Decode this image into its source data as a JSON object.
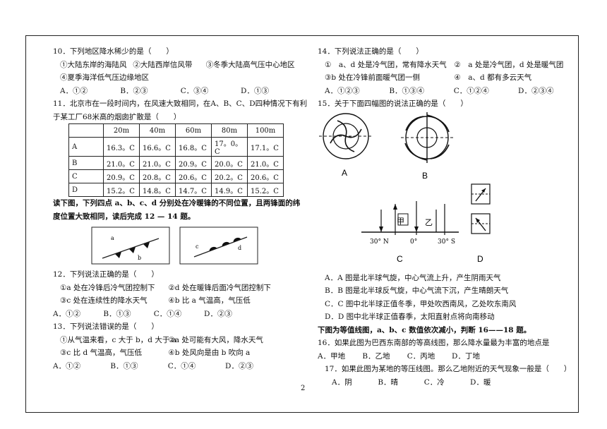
{
  "page_number": "2",
  "q10": {
    "stem": "10．下列地区降水稀少的是（　　）",
    "items": [
      "①大陆东岸的海陆风",
      "②大陆西岸信风带",
      "③冬季大陆高气压中心地区"
    ],
    "item4": "④夏季海洋低气压边缘地区",
    "options": [
      "A．①②",
      "B．②③",
      "C．③④",
      "D．①③"
    ]
  },
  "q11": {
    "stem1": "11．北京市在一段时间内，在风速大致相同，在A、B、C、D四种情况下有利",
    "stem2": "于某工厂68米高的烟囱扩散是（　　）",
    "table": {
      "header": [
        "",
        "20m",
        "40m",
        "60m",
        "80m",
        "100m"
      ],
      "rows": [
        [
          "A",
          "16.3。C",
          "16.6。C",
          "16.8。C",
          "17。0。C",
          "17.1。C"
        ],
        [
          "B",
          "21.0。C",
          "21.0。C",
          "20.9。C",
          "20.0。C",
          "21.0。C"
        ],
        [
          "C",
          "20.9。C",
          "20.8。C",
          "20.6。C",
          "20.2。C",
          "20.6。C"
        ],
        [
          "D",
          "15.2。C",
          "14.8。C",
          "14.7。C",
          "14.9。C",
          "15.2。C"
        ]
      ]
    }
  },
  "intro_12_14": {
    "line1": "读下图，下列四点 a、b、c、d 分别处在冷暖锋的不同位置，且两锋面的纬",
    "line2": "度位置大致相同，读后完成 12 — 14 题。",
    "fig_labels": [
      "a",
      "b",
      "c",
      "d"
    ]
  },
  "q12": {
    "stem": "12．下列说法正确的是（　　）",
    "items": [
      "①a 处在冷锋后冷气团控制下",
      "②d 处在暖锋后面冷气团控制下",
      "③c 处在连续性的降水天气",
      "④b 比 a 气温高，气压低"
    ],
    "options": [
      "A．①②",
      "B．①③",
      "C．①④",
      "D．②③"
    ]
  },
  "q13": {
    "stem": "13．下列说法错误的是（　　）",
    "items": [
      "①从气温来看，c 大于 b，d 大于 a",
      "②a 处可能有大风，降水天气",
      "③c 比 d 气温高，气压低",
      "④b 处风向是由 b 吹向 a"
    ],
    "options": [
      "A．①②",
      "B．①③",
      "C．①④",
      "D．②③"
    ]
  },
  "q14": {
    "stem": "14．下列说法正确的是（　　）",
    "items": [
      "①　a、d 处是冷气团，常有降水天气",
      "②　a 处是冷气团，d 处是暖气团",
      "③b 处在冷锋前面暖气团一侧",
      "④　a、d 都有多云天气"
    ],
    "options": [
      "A．①②③",
      "B．①③④",
      "C．①②④",
      "D．②③④"
    ]
  },
  "q15": {
    "stem": "15．关于下面四幅图的说法正确的是（　　）",
    "fig_labels": {
      "A": "A",
      "B": "B",
      "C": "C",
      "D": "D",
      "jia": "甲",
      "yi": "乙",
      "n30": "30° N",
      "zero": "0°",
      "s30": "30° S"
    },
    "options": [
      "A．A 图是北半球气旋，中心气流上升，产生阴雨天气",
      "B．B 图是北半球反气旋，中心气流下沉，产生晴朗天气",
      "C．C 图中北半球正值冬季，甲处吹西南风，乙处吹东南风",
      "D．D 图中北半球正值春季，太阳直射点将向南移动"
    ]
  },
  "intro_16_18": "下图为等值线图，a、b、c 数值依次减小，判断 16——18 题。",
  "q16": {
    "stem": "16．如果此图为巴西东南部的等高线图，那么降水量最为丰富的地点是",
    "options": [
      "A．甲地",
      "B．乙地",
      "C．丙地",
      "D．丁地"
    ]
  },
  "q17": {
    "stem": "17．如果此图为某地的等压线图。那么乙地附近的天气现象一般是（　　）",
    "options": [
      "A．阴",
      "B．晴",
      "C．冷",
      "D．暖"
    ]
  }
}
